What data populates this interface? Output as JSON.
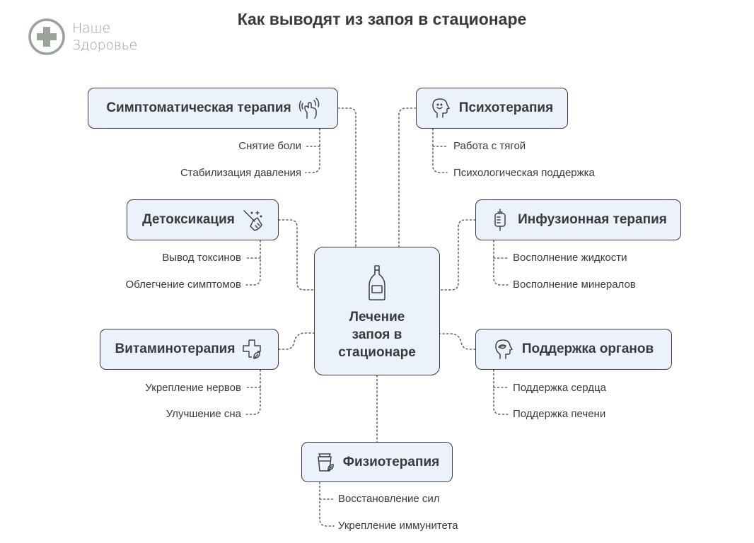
{
  "title": "Как выводят из запоя в стационаре",
  "logo": {
    "text": [
      "Наше",
      "Здоровье"
    ],
    "color": "#9aa39a"
  },
  "colors": {
    "node_fill": "#ebf2fc",
    "node_border": "#3c3c3c",
    "connector": "#666666",
    "text": "#3a3a3a"
  },
  "center": {
    "label": "Лечение\nзапоя в\nстационаре",
    "icon": "bottle-icon"
  },
  "branches": [
    {
      "label": "Симптоматическая терапия",
      "icon": "hand-waves-icon",
      "items": [
        "Снятие боли",
        "Стабилизация давления"
      ]
    },
    {
      "label": "Психотерапия",
      "icon": "head-smile-icon",
      "items": [
        "Работа с тягой",
        "Психологическая поддержка"
      ]
    },
    {
      "label": "Детоксикация",
      "icon": "broom-sparkle-icon",
      "items": [
        "Вывод токсинов",
        "Облегчение симптомов"
      ]
    },
    {
      "label": "Инфузионная терапия",
      "icon": "iv-bag-icon",
      "items": [
        "Восполнение жидкости",
        "Восполнение минералов"
      ]
    },
    {
      "label": "Витаминотерапия",
      "icon": "medical-cross-leaf-icon",
      "items": [
        "Укрепление нервов",
        "Улучшение сна"
      ]
    },
    {
      "label": "Поддержка органов",
      "icon": "head-organ-icon",
      "items": [
        "Поддержка сердца",
        "Поддержка печени"
      ]
    },
    {
      "label": "Физиотерапия",
      "icon": "spa-jar-icon",
      "items": [
        "Восстановление сил",
        "Укрепление иммунитета"
      ]
    }
  ]
}
